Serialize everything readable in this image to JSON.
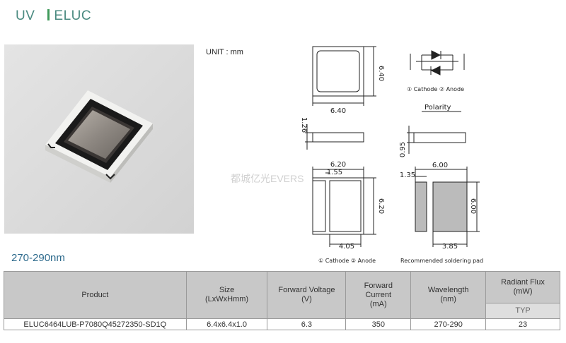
{
  "header": {
    "left": "UV",
    "right": "ELUC"
  },
  "unit": "UNIT : mm",
  "watermark": "都城亿光EVERS",
  "series_title": "270-290nm",
  "drawing": {
    "top_width": "6.40",
    "top_height": "6.40",
    "side_height": "1.26",
    "side2_height": "0.95",
    "bottom_width": "6.20",
    "bottom_inner": "1.55",
    "bottom_height": "6.20",
    "bottom_pad": "4.05",
    "sold_width": "6.00",
    "sold_gap": "1.35",
    "sold_height": "6.00",
    "sold_pad": "3.85",
    "legend_top": "① Cathode  ② Anode",
    "polarity": "Polarity",
    "legend_bottom": "① Cathode  ② Anode",
    "recommended": "Recommended soldering pad"
  },
  "table": {
    "headers": {
      "product": "Product",
      "size": "Size",
      "size_sub": "(LxWxHmm)",
      "fv": "Forward Voltage",
      "fv_sub": "(V)",
      "fc": "Forward",
      "fc2": "Current",
      "fc_sub": "(mA)",
      "wl": "Wavelength",
      "wl_sub": "(nm)",
      "rf": "Radiant Flux",
      "rf_sub": "(mW)",
      "typ": "TYP"
    },
    "row": {
      "product": "ELUC6464LUB-P7080Q45272350-SD1Q",
      "size": "6.4x6.4x1.0",
      "fv": "6.3",
      "fc": "350",
      "wl": "270-290",
      "rf": "23"
    }
  }
}
